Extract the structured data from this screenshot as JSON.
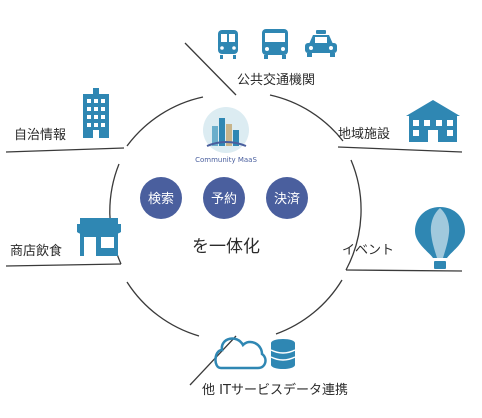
{
  "logo": {
    "caption": "Community MaaS"
  },
  "center": {
    "circles": [
      "検索",
      "予約",
      "決済"
    ],
    "tagline": "を一体化"
  },
  "categories": {
    "public_transport": "公共交通機関",
    "local_facility": "地域施設",
    "municipal_info": "自治情報",
    "event": "イベント",
    "shop_restaurant": "商店飲食",
    "it_service": "他 ITサービスデータ連携"
  },
  "icons": {
    "public_transport": [
      "train-icon",
      "bus-icon",
      "taxi-icon"
    ],
    "local_facility": "building-house-icon",
    "municipal_info": "office-tower-icon",
    "event": "hot-air-balloon-icon",
    "shop_restaurant": "storefront-icon",
    "it_service": [
      "cloud-icon",
      "database-icon"
    ]
  },
  "colors": {
    "icon": "#2f87b3",
    "circle": "#4a5f9e",
    "line": "#3a3a3a"
  }
}
